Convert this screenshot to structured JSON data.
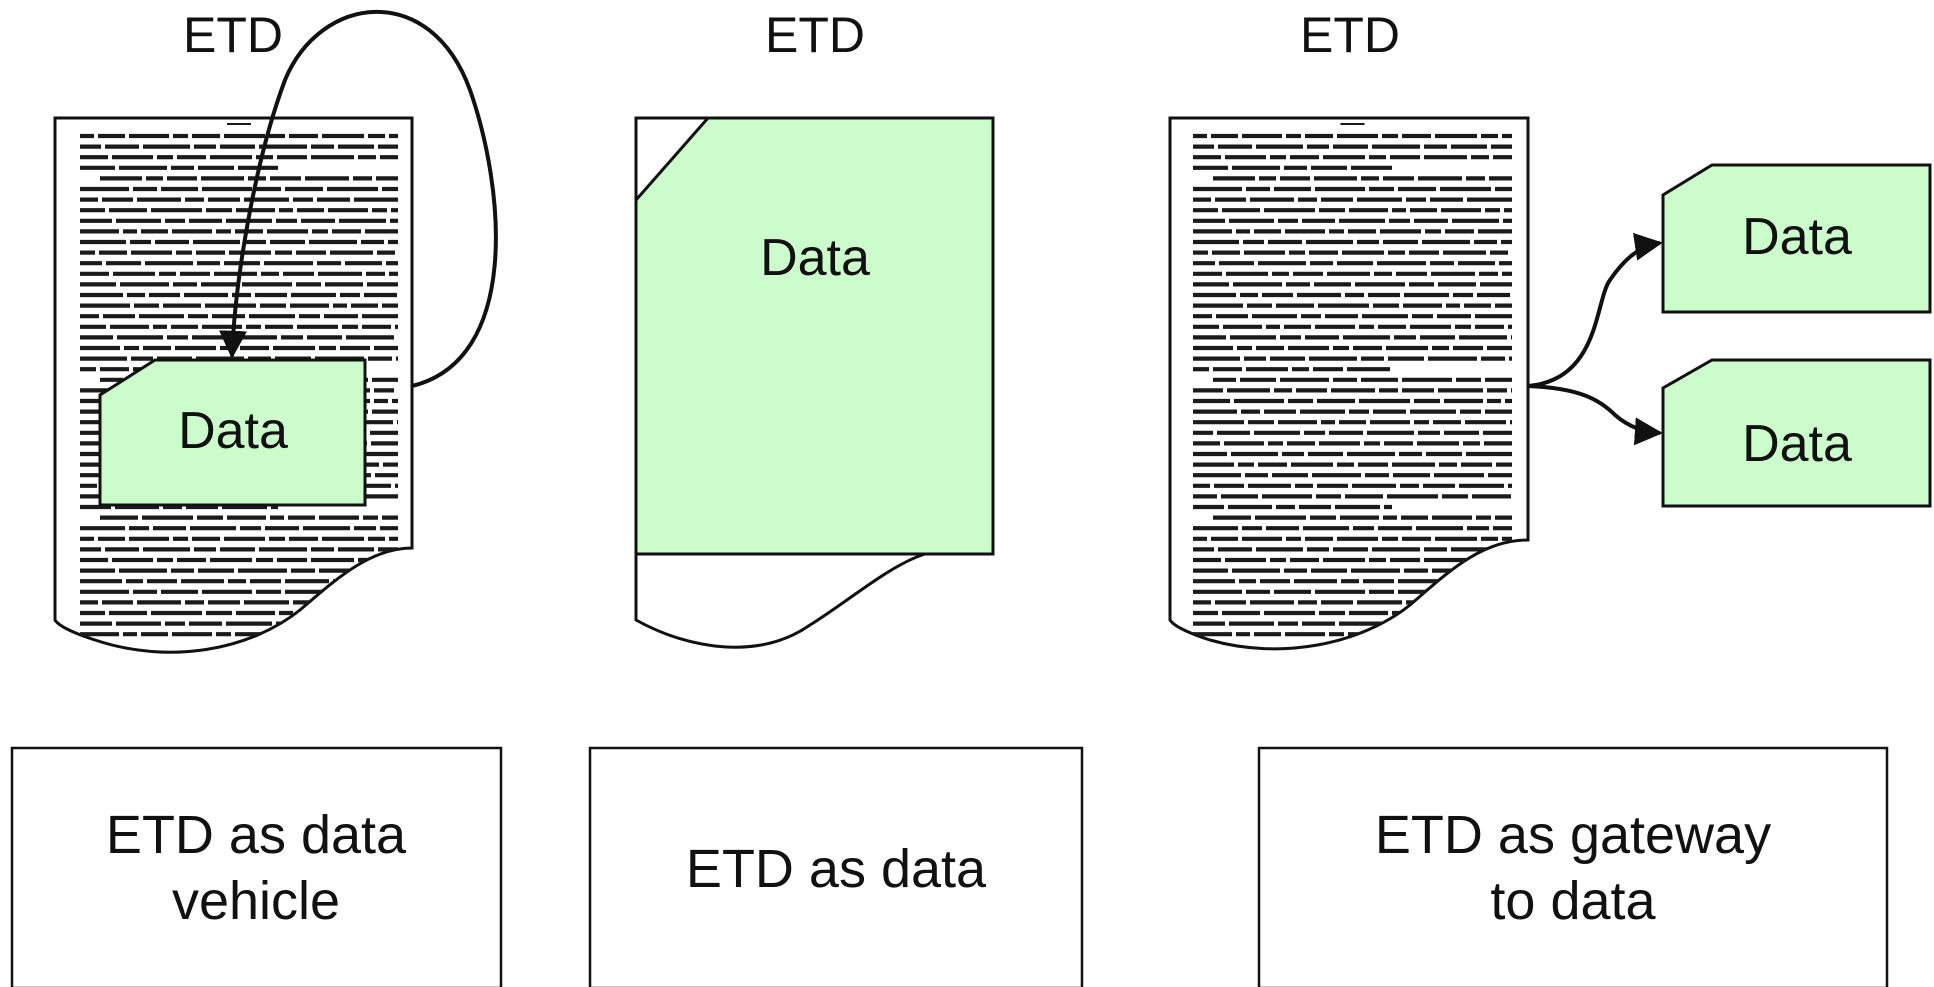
{
  "colors": {
    "data_fill": "#ccfccc",
    "stroke": "#111111",
    "text_lines": "#1a1a1a"
  },
  "panels": [
    {
      "etd_label": "ETD",
      "data_labels": [
        "Data"
      ],
      "caption_lines": [
        "ETD as data",
        "vehicle"
      ]
    },
    {
      "etd_label": "ETD",
      "data_labels": [
        "Data"
      ],
      "caption_lines": [
        "ETD as data"
      ]
    },
    {
      "etd_label": "ETD",
      "data_labels": [
        "Data",
        "Data"
      ],
      "caption_lines": [
        "ETD as gateway",
        "to data"
      ]
    }
  ]
}
